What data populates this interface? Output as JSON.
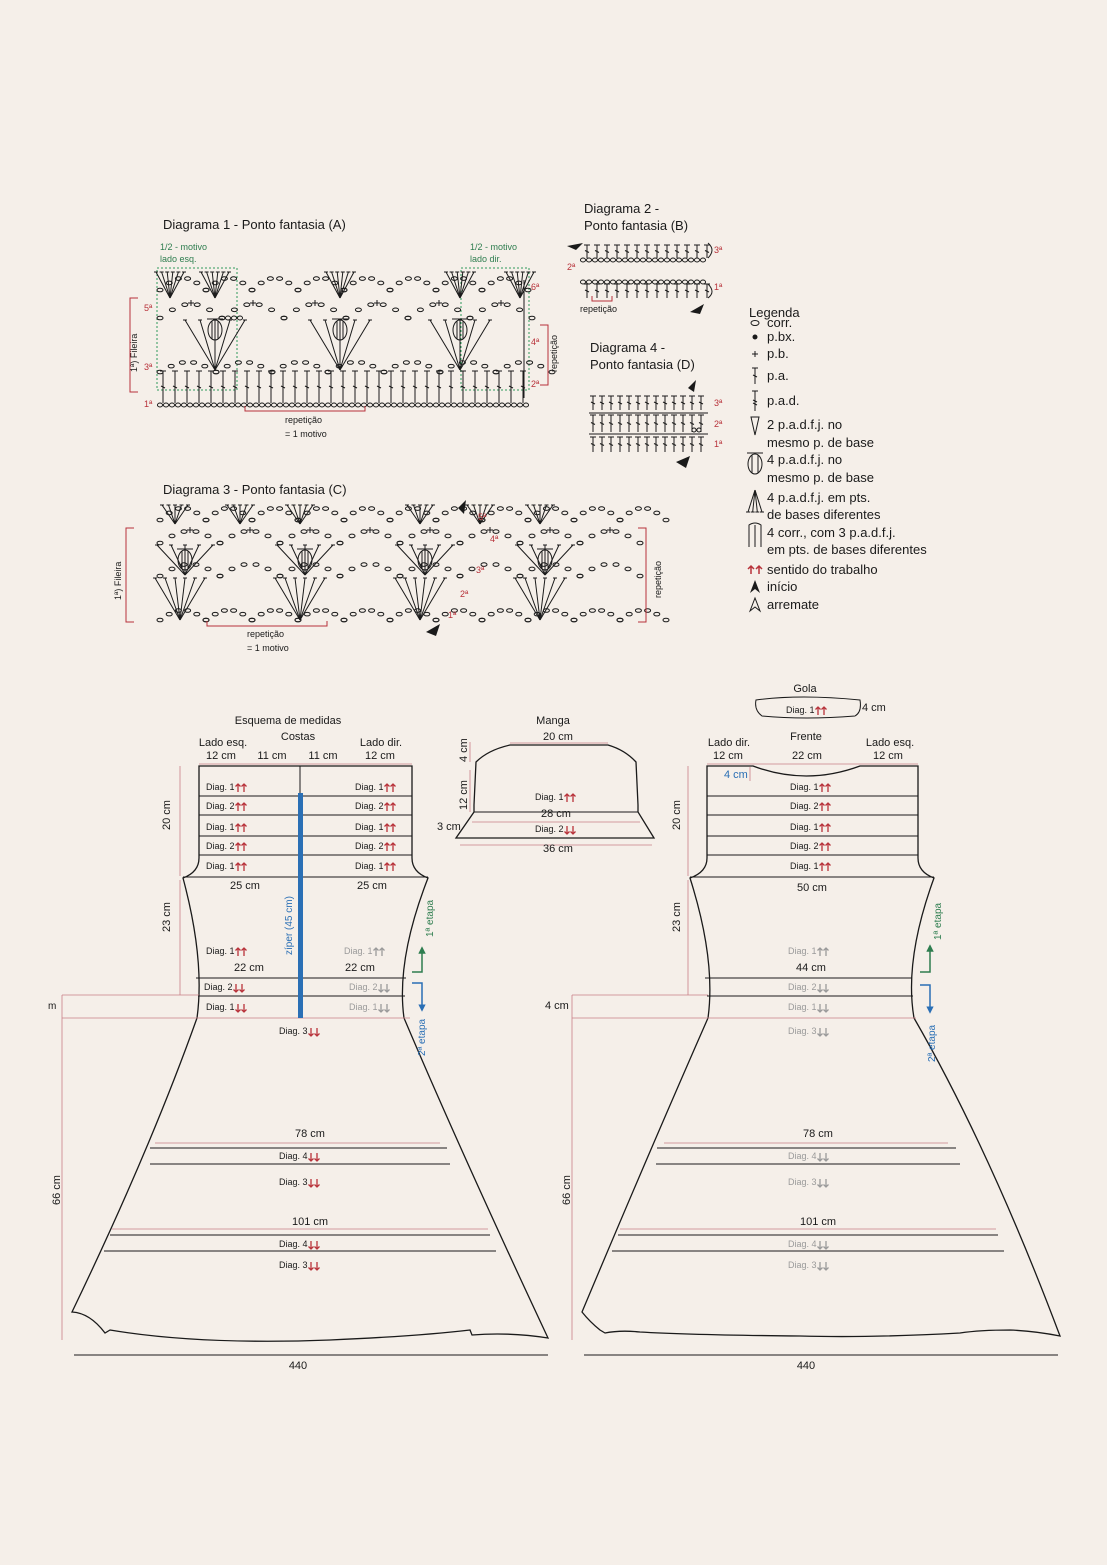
{
  "diagram1": {
    "title": "Diagrama 1 - Ponto fantasia (A)",
    "half_left": [
      "1/2 - motivo",
      "lado esq."
    ],
    "half_right": [
      "1/2 - motivo",
      "lado dir."
    ],
    "rows_left": [
      "5ª",
      "3ª",
      "1ª"
    ],
    "rows_right": [
      "6ª",
      "4ª",
      "2ª"
    ],
    "fileira": "1ª) Fileira",
    "repeticao_side": "repetição",
    "repeticao": "repetição",
    "motivo": "= 1 motivo"
  },
  "diagram2": {
    "title": [
      "Diagrama 2 -",
      "Ponto fantasia (B)"
    ],
    "rows_right": [
      "3ª",
      "1ª"
    ],
    "rows_left": [
      "2ª"
    ],
    "repeticao": "repetição"
  },
  "diagram3": {
    "title": "Diagrama 3 - Ponto fantasia (C)",
    "rows": [
      "5ª",
      "4ª",
      "3ª",
      "2ª",
      "1ª"
    ],
    "fileira": "1ª) Fileira",
    "repeticao_side": "repetição",
    "repeticao": "repetição",
    "motivo": "= 1 motivo"
  },
  "diagram4": {
    "title": [
      "Diagrama 4 -",
      "Ponto fantasia (D)"
    ],
    "rows_right": [
      "3ª",
      "2ª",
      "1ª"
    ]
  },
  "legend": {
    "title": "Legenda",
    "items": [
      {
        "icon": "chain-icon",
        "text": [
          "corr."
        ]
      },
      {
        "icon": "slip-stitch-icon",
        "text": [
          "p.bx."
        ]
      },
      {
        "icon": "single-crochet-icon",
        "text": [
          "p.b."
        ]
      },
      {
        "icon": "double-crochet-icon",
        "text": [
          "p.a."
        ]
      },
      {
        "icon": "treble-crochet-icon",
        "text": [
          "p.a.d."
        ]
      },
      {
        "icon": "cluster-2-icon",
        "text": [
          "2 p.a.d.f.j. no",
          "mesmo p. de base"
        ]
      },
      {
        "icon": "cluster-4-icon",
        "text": [
          "4 p.a.d.f.j. no",
          "mesmo p. de base"
        ]
      },
      {
        "icon": "cluster-4-bases-icon",
        "text": [
          "4 p.a.d.f.j. em pts.",
          "de bases diferentes"
        ]
      },
      {
        "icon": "chain-cluster-icon",
        "text": [
          "4 corr., com 3 p.a.d.f.j.",
          "em pts. de bases diferentes"
        ]
      },
      {
        "icon": "direction-arrows-icon",
        "text": [
          "sentido do trabalho"
        ]
      },
      {
        "icon": "start-arrow-icon",
        "text": [
          "início"
        ]
      },
      {
        "icon": "finish-arrow-icon",
        "text": [
          "arremate"
        ]
      }
    ]
  },
  "back": {
    "title": [
      "Esquema de medidas",
      "Costas"
    ],
    "lado_esq": "Lado esq.",
    "lado_dir": "Lado dir.",
    "m12a": "12 cm",
    "m11a": "11 cm",
    "m11b": "11 cm",
    "m12b": "12 cm",
    "m20": "20 cm",
    "m23": "23 cm",
    "m25a": "25 cm",
    "m25b": "25 cm",
    "m22a": "22 cm",
    "m22b": "22 cm",
    "m66": "66 cm",
    "m78": "78 cm",
    "m101": "101 cm",
    "m_left_cut": "m",
    "zipper": "zíper (45 cm)",
    "etapa1": "1ª etapa",
    "etapa2": "2ª etapa",
    "bottom_cut": "440",
    "yoke_left": [
      "Diag. 1",
      "Diag. 2",
      "Diag. 1",
      "Diag. 2",
      "Diag. 1"
    ],
    "yoke_right": [
      "Diag. 1",
      "Diag. 2",
      "Diag. 1",
      "Diag. 2",
      "Diag. 1"
    ],
    "waist_left": [
      "Diag. 1",
      "Diag. 2",
      "Diag. 1"
    ],
    "waist_right": [
      "Diag. 1",
      "Diag. 2",
      "Diag. 1"
    ],
    "skirt": [
      "Diag. 3",
      "Diag. 4",
      "Diag. 3",
      "Diag. 4",
      "Diag. 3"
    ]
  },
  "sleeve": {
    "title": "Manga",
    "m20": "20 cm",
    "m4": "4 cm",
    "m12": "12 cm",
    "m28": "28 cm",
    "m3": "3 cm",
    "m36": "36 cm",
    "rows": [
      "Diag. 1",
      "Diag. 2"
    ]
  },
  "collar": {
    "title": "Gola",
    "row": "Diag. 1",
    "m4": "4 cm"
  },
  "front": {
    "title": "Frente",
    "lado_dir": "Lado dir.",
    "lado_esq": "Lado esq.",
    "m12a": "12 cm",
    "m22": "22 cm",
    "m12b": "12 cm",
    "m4neck": "4 cm",
    "m20": "20 cm",
    "m23": "23 cm",
    "m50": "50 cm",
    "m44": "44 cm",
    "m4": "4 cm",
    "m66": "66 cm",
    "m78": "78 cm",
    "m101": "101 cm",
    "etapa1": "1ª etapa",
    "etapa2": "2ª etapa",
    "bottom_cut": "440",
    "yoke": [
      "Diag. 1",
      "Diag. 2",
      "Diag. 1",
      "Diag. 2",
      "Diag. 1"
    ],
    "waist": [
      "Diag. 1",
      "Diag. 2",
      "Diag. 1",
      "Diag. 3"
    ],
    "skirt": [
      "Diag. 4",
      "Diag. 3",
      "Diag. 4",
      "Diag. 3"
    ]
  },
  "colors": {
    "red": "#b8323a",
    "green": "#2e7d4f",
    "blue": "#2a6fb5",
    "grey": "#9a9a9a",
    "paper": "#f5efe9"
  }
}
